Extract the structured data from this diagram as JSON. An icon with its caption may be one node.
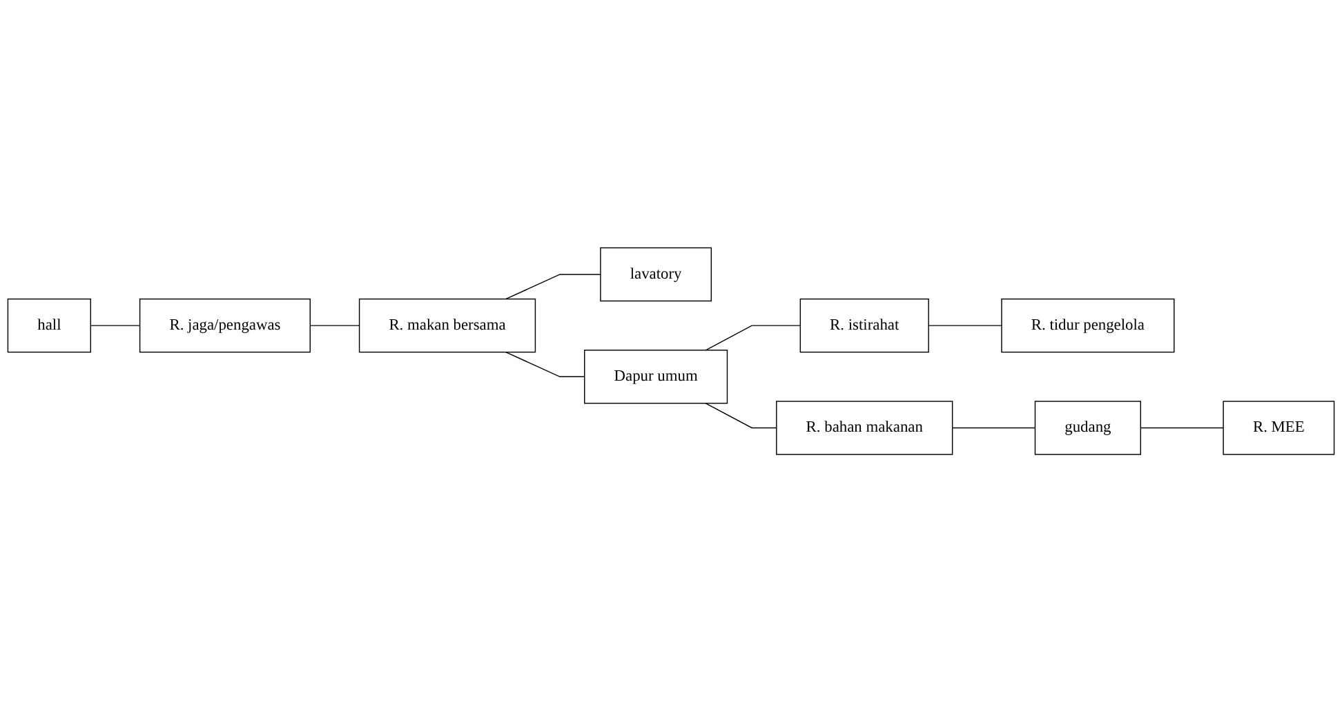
{
  "diagram": {
    "nodes": [
      {
        "text": [
          "hall"
        ]
      },
      {
        "text": [
          "R. jaga/pengawas"
        ]
      },
      {
        "text": [
          "R. makan bersama"
        ]
      },
      {
        "text": [
          "lavatory"
        ]
      },
      {
        "text": [
          "Dapur umum"
        ]
      },
      {
        "text": [
          "R. bahan makanan"
        ]
      },
      {
        "text": [
          "R. istirahat"
        ]
      },
      {
        "text": [
          "R. tidur pengelola"
        ]
      },
      {
        "text": [
          "gudang"
        ]
      },
      {
        "text": [
          "R. MEE"
        ]
      }
    ],
    "edges": [
      {
        "from": 0,
        "to": 1,
        "arrow": "none"
      },
      {
        "from": 1,
        "to": 2,
        "arrow": "none"
      },
      {
        "from": 2,
        "to": 3,
        "arrow": "none"
      },
      {
        "from": 2,
        "to": 4,
        "arrow": "none"
      },
      {
        "from": 4,
        "to": 6,
        "arrow": "none"
      },
      {
        "from": 4,
        "to": 5,
        "arrow": "none"
      },
      {
        "from": 6,
        "to": 7,
        "arrow": "none"
      },
      {
        "from": 5,
        "to": 8,
        "arrow": "none"
      },
      {
        "from": 8,
        "to": 9,
        "arrow": "none"
      }
    ]
  }
}
